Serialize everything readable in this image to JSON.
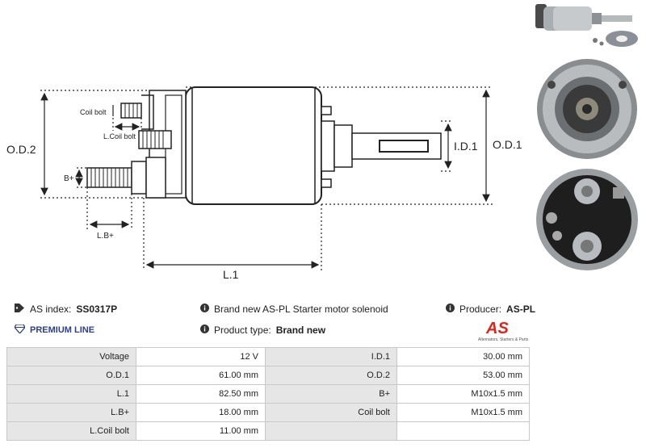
{
  "dimension_labels": {
    "od2": "O.D.2",
    "od1": "O.D.1",
    "id1": "I.D.1",
    "l1": "L.1",
    "lb_plus": "L.B+",
    "b_plus": "B+",
    "coil_bolt": "Coil bolt",
    "l_coil_bolt": "L.Coil bolt"
  },
  "info": {
    "as_index_label": "AS index:",
    "as_index_value": "SS0317P",
    "premium_line": "PREMIUM LINE",
    "description": "Brand new AS-PL Starter motor solenoid",
    "product_type_label": "Product type:",
    "product_type_value": "Brand new",
    "producer_label": "Producer:",
    "producer_value": "AS-PL"
  },
  "logo": {
    "mark": "AS",
    "tagline": "Alternators, Starters & Parts",
    "color": "#e2231a"
  },
  "specs": [
    {
      "label": "Voltage",
      "value": "12 V",
      "label2": "I.D.1",
      "value2": "30.00 mm"
    },
    {
      "label": "O.D.1",
      "value": "61.00 mm",
      "label2": "O.D.2",
      "value2": "53.00 mm"
    },
    {
      "label": "L.1",
      "value": "82.50 mm",
      "label2": "B+",
      "value2": "M10x1.5 mm"
    },
    {
      "label": "L.B+",
      "value": "18.00 mm",
      "label2": "Coil bolt",
      "value2": "M10x1.5 mm"
    },
    {
      "label": "L.Coil bolt",
      "value": "11.00 mm",
      "label2": "",
      "value2": ""
    }
  ]
}
